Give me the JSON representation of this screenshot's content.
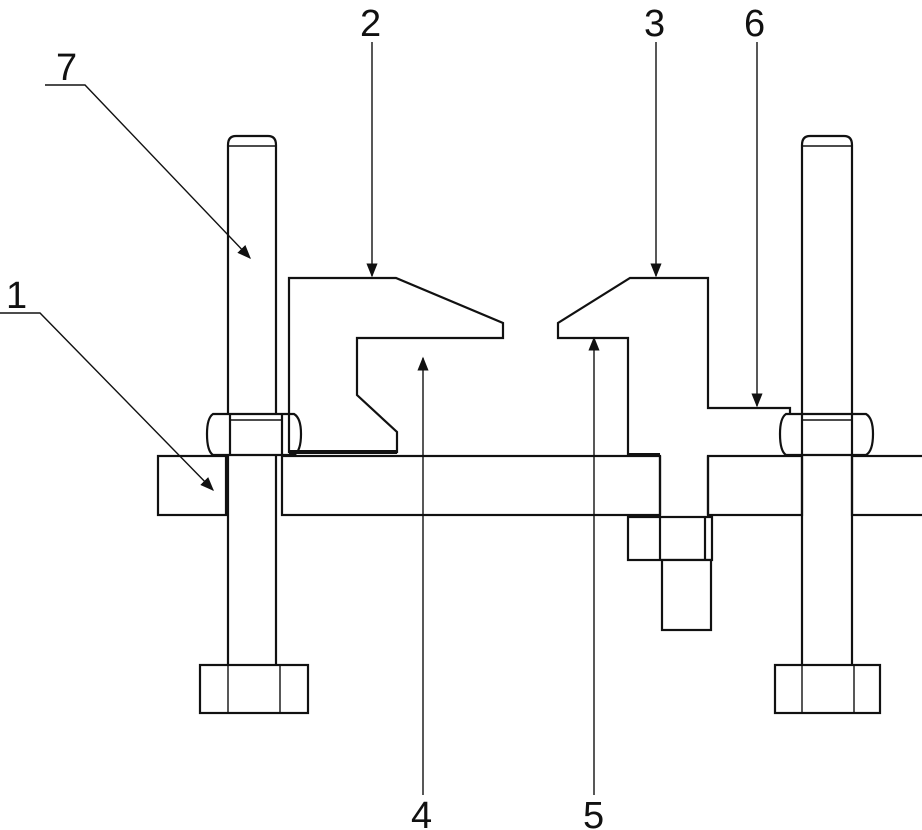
{
  "diagram": {
    "labels": [
      "1",
      "2",
      "3",
      "4",
      "5",
      "6",
      "7"
    ],
    "colors": {
      "line": "#111111",
      "background": "#ffffff"
    }
  }
}
